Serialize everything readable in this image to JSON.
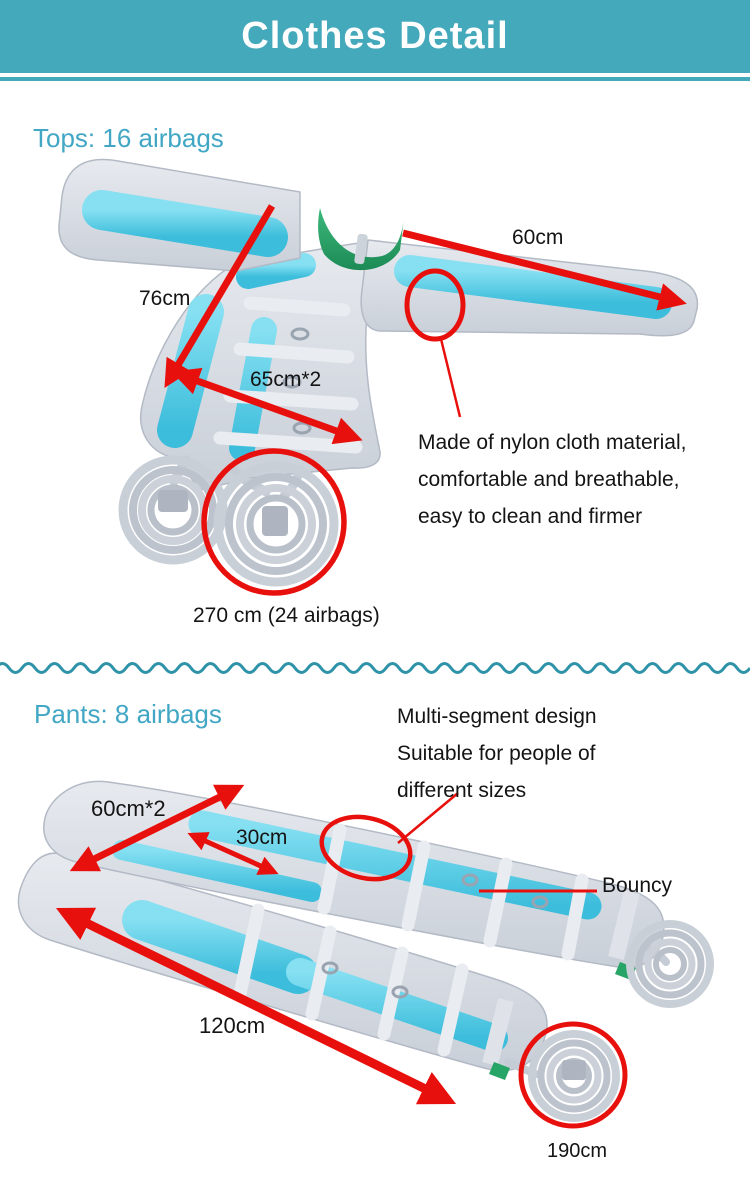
{
  "header": {
    "title": "Clothes Detail"
  },
  "tops": {
    "heading": "Tops: 16 airbags",
    "labels": {
      "sleeve_length": "60cm",
      "back_length": "76cm",
      "chest_width": "65cm*2",
      "hose_length": "270 cm (24 airbags)"
    },
    "material_note": [
      "Made of nylon cloth material,",
      "comfortable and breathable,",
      "easy to clean and firmer"
    ]
  },
  "pants": {
    "heading": "Pants: 8 airbags",
    "labels": {
      "waist_width": "60cm*2",
      "leg_width": "30cm",
      "bouncy": "Bouncy",
      "length": "120cm",
      "hose_length": "190cm"
    },
    "design_note": [
      "Multi-segment design",
      "Suitable for people of",
      "different sizes"
    ]
  },
  "colors": {
    "banner_teal": "#45a9bc",
    "accent_text_teal": "#42a7c4",
    "divider_wave_teal": "#2e93a8",
    "annotation_red": "#e8100c",
    "airbag_cyan": "#52c8e2",
    "fabric_silver": "#d8dde4",
    "collar_green": "#27a566"
  }
}
